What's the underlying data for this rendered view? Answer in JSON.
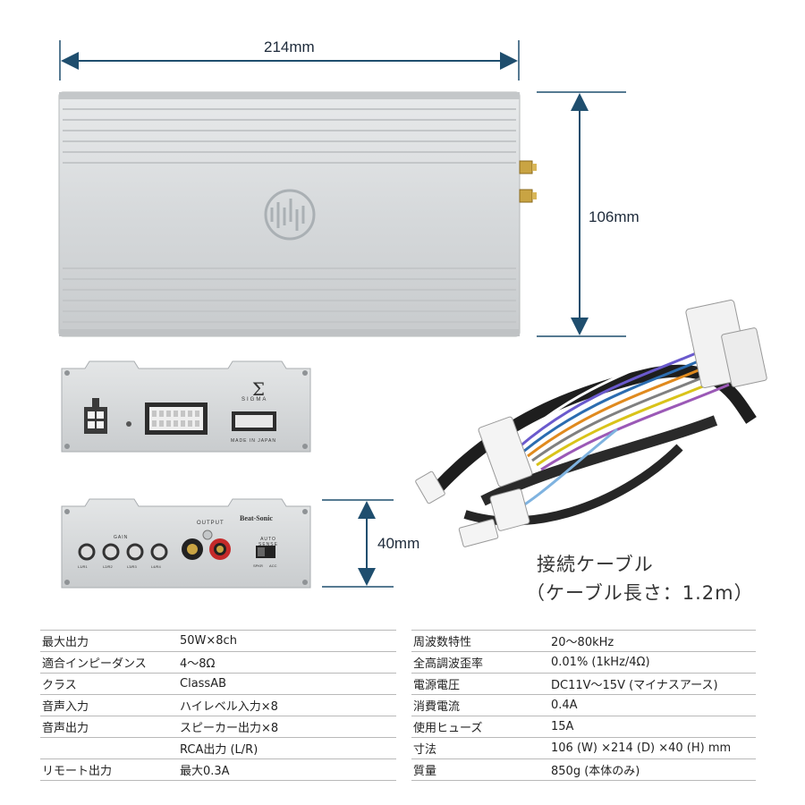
{
  "dimensions": {
    "width": "214mm",
    "depth": "106mm",
    "height": "40mm"
  },
  "product": {
    "logo_brand": "SIGMA",
    "made_in": "MADE IN JAPAN",
    "maker_logo": "Beat-Sonic",
    "output_label": "OUTPUT",
    "gain_label": "GAIN",
    "gain_knobs": [
      "L1/R1",
      "L2/R2",
      "L3/R3",
      "L4/R4"
    ],
    "auto_sense_label": "AUTO SENSE",
    "switch_labels": [
      "SPKR",
      "ACC"
    ]
  },
  "cable": {
    "title": "接続ケーブル",
    "subtitle": "（ケーブル長さ：1.2m）"
  },
  "specs_left": [
    {
      "label": "最大出力",
      "value": "50W×8ch"
    },
    {
      "label": "適合インピーダンス",
      "value": "4〜8Ω"
    },
    {
      "label": "クラス",
      "value": "ClassAB"
    },
    {
      "label": "音声入力",
      "value": "ハイレベル入力×8"
    },
    {
      "label": "音声出力",
      "value": "スピーカー出力×8"
    },
    {
      "label": "",
      "value": "RCA出力 (L/R)"
    },
    {
      "label": "リモート出力",
      "value": "最大0.3A"
    }
  ],
  "specs_right": [
    {
      "label": "周波数特性",
      "value": "20〜80kHz"
    },
    {
      "label": "全高調波歪率",
      "value": "0.01% (1kHz/4Ω)"
    },
    {
      "label": "電源電圧",
      "value": "DC11V〜15V (マイナスアース)"
    },
    {
      "label": "消費電流",
      "value": "0.4A"
    },
    {
      "label": "使用ヒューズ",
      "value": "15A"
    },
    {
      "label": "寸法",
      "value": "106 (W) ×214 (D) ×40 (H) mm"
    },
    {
      "label": "質量",
      "value": "850g (本体のみ)"
    }
  ],
  "colors": {
    "dimension_line": "#1f4e6e",
    "chassis": "#d9dcde"
  }
}
